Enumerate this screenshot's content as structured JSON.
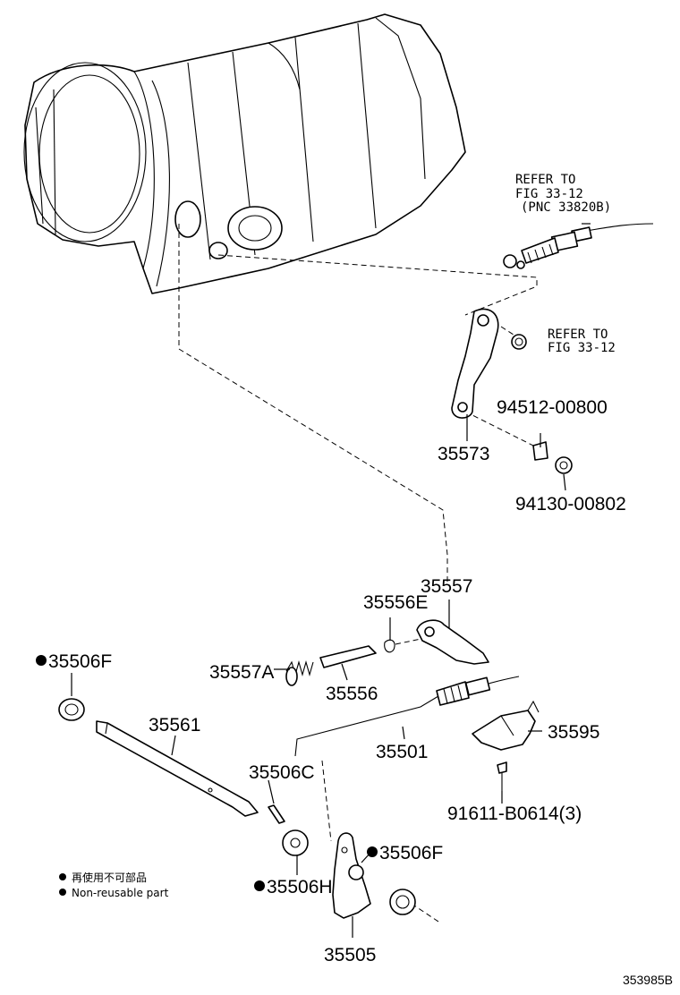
{
  "diagram": {
    "references": {
      "cable_ref_line1": "REFER TO",
      "cable_ref_line2": "FIG 33-12",
      "cable_ref_line3": "(PNC 33820B)",
      "nut_ref_line1": "REFER TO",
      "nut_ref_line2": "FIG 33-12"
    },
    "parts": {
      "p35573": "35573",
      "p94512": "94512-00800",
      "p94130": "94130-00802",
      "p35557": "35557",
      "p35556E": "35556E",
      "p35557A": "35557A",
      "p35556": "35556",
      "p35506F_top": "35506F",
      "p35561": "35561",
      "p35501": "35501",
      "p35595": "35595",
      "p35506C": "35506C",
      "p91611": "91611-B0614(3)",
      "p35506F_bottom": "35506F",
      "p35506H": "35506H",
      "p35505": "35505"
    },
    "legend": {
      "line_ja": "再使用不可部品",
      "line_en": "Non-reusable part"
    },
    "figure_code": "353985B"
  }
}
